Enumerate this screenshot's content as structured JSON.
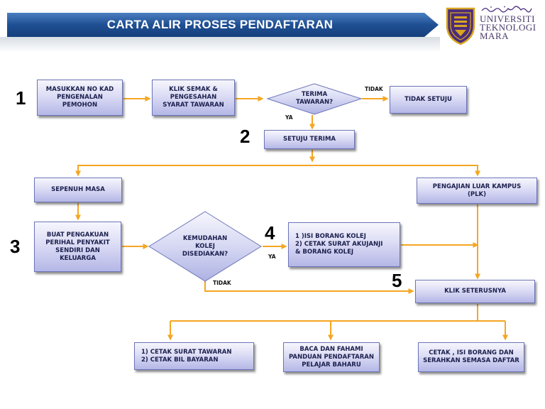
{
  "header": {
    "title": "CARTA ALIR PROSES PENDAFTARAN",
    "logo_text": [
      "UNIVERSITI",
      "TEKNOLOGI",
      "MARA"
    ],
    "colors": {
      "banner": "#1f4f93",
      "banner_light": "#4a7fc0",
      "logo_purple": "#4a2c7a",
      "logo_gold": "#d9a520"
    }
  },
  "steps": {
    "s1": "1",
    "s2": "2",
    "s3": "3",
    "s4": "4",
    "s5": "5"
  },
  "flow": {
    "box_input_ic": [
      "MASUKKAN NO KAD",
      "PENGENALAN",
      "PEMOHON"
    ],
    "box_verify": [
      "KLIK SEMAK &",
      "PENGESAHAN",
      "SYARAT TAWARAN"
    ],
    "diamond_accept": [
      "TERIMA",
      "TAWARAN?"
    ],
    "box_reject": "TIDAK SETUJU",
    "box_agree": "SETUJU TERIMA",
    "box_fulltime": "SEPENUH MASA",
    "box_plk": [
      "PENGAJIAN LUAR KAMPUS",
      "(PLK)"
    ],
    "box_declaration": [
      "BUAT PENGAKUAN",
      "PERIHAL PENYAKIT",
      "SENDIRI DAN",
      "KELUARGA"
    ],
    "diamond_college": [
      "KEMUDAHAN",
      "KOLEJ",
      "DISEDIAKAN?"
    ],
    "box_college_form": [
      "1 )ISI BORANG KOLEJ",
      "2) CETAK SURAT AKUJANJI",
      "& BORANG KOLEJ"
    ],
    "box_next": "KLIK SETERUSNYA",
    "box_print": [
      "1) CETAK SURAT TAWARAN",
      "2) CETAK BIL BAYARAN"
    ],
    "box_guide": [
      "BACA DAN FAHAMI",
      "PANDUAN PENDAFTARAN",
      "PELAJAR BAHARU"
    ],
    "box_submit": [
      "CETAK , ISI BORANG DAN",
      "SERAHKAN SEMASA DAFTAR"
    ],
    "label_tidak_1": "TIDAK",
    "label_ya_1": "YA",
    "label_ya_2": "YA",
    "label_tidak_2": "TIDAK",
    "arrow_color": "#f5a623"
  }
}
